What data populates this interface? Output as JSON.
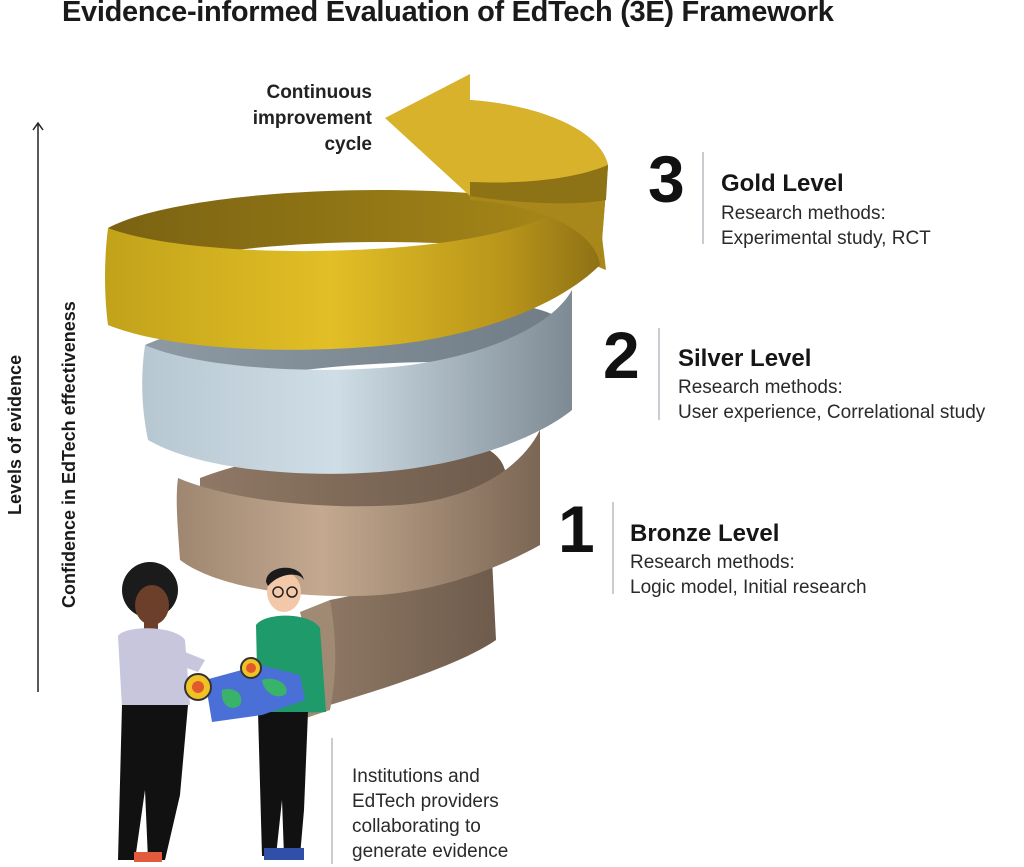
{
  "title": "Evidence-informed Evaluation of EdTech (3E) Framework",
  "cycle_label": [
    "Continuous",
    "improvement",
    "cycle"
  ],
  "axis_outer": "Levels of evidence",
  "axis_inner": "Confidence in EdTech effectiveness",
  "levels": [
    {
      "number": "3",
      "name": "Gold Level",
      "methods_label": "Research methods:",
      "methods": "Experimental study, RCT",
      "color": "#c9a619"
    },
    {
      "number": "2",
      "name": "Silver Level",
      "methods_label": "Research methods:",
      "methods": "User experience, Correlational study",
      "color": "#a6b6c0"
    },
    {
      "number": "1",
      "name": "Bronze Level",
      "methods_label": "Research methods:",
      "methods": "Logic model, Initial research",
      "color": "#a78e78"
    }
  ],
  "collaboration": [
    "Institutions and",
    "EdTech providers",
    "collaborating to",
    "generate evidence"
  ],
  "colors": {
    "gold": "#c9a619",
    "gold_dark": "#8a6f14",
    "silver": "#a6b6c0",
    "silver_dark": "#7a8791",
    "bronze": "#a78e78",
    "bronze_dark": "#7f6a57",
    "separator": "#c9ccd1"
  },
  "icons": [
    "up-arrow-icon",
    "person-woman",
    "person-man",
    "map-illustration",
    "magnifier-icon"
  ]
}
